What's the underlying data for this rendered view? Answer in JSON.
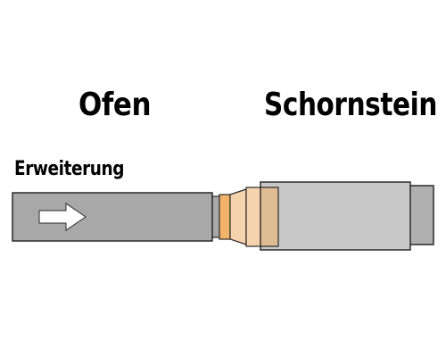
{
  "labels": {
    "furnace": "Ofen",
    "chimney": "Schornstein",
    "extension": "Erweiterung"
  },
  "colors": {
    "pipe_dark": "#a8a8a8",
    "pipe_light": "#c8c8c8",
    "pipe_end": "#b0b0b0",
    "adapter_peach": "#f5d3ad",
    "adapter_amber": "#f2b46a",
    "arrow_fill": "#ffffff",
    "outline": "#2a2a2a",
    "text": "#000000"
  },
  "icons": {
    "flow_direction": "arrow-right-icon"
  }
}
